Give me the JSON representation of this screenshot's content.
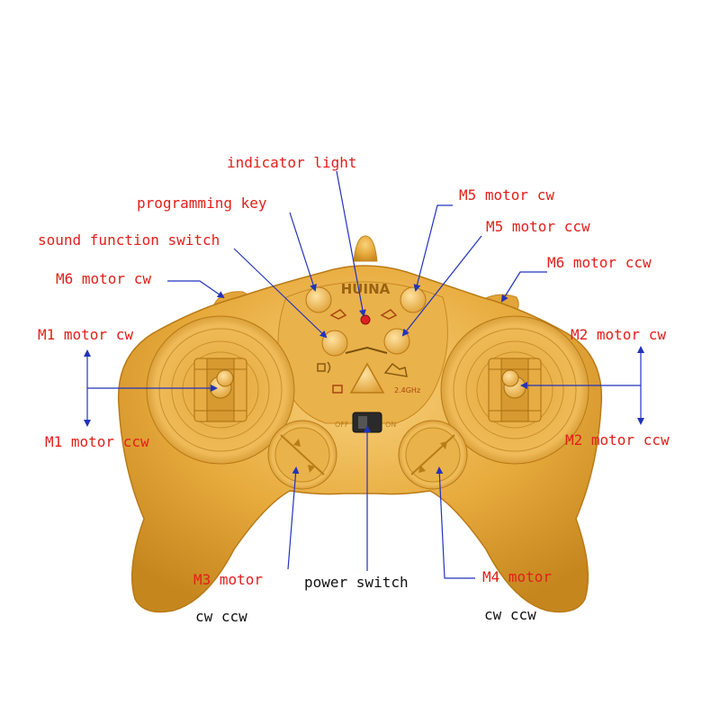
{
  "device": {
    "brand_text": "HUINA",
    "frequency_text": "2.4GHz",
    "switch_text_off": "OFF",
    "switch_text_on": "ON"
  },
  "labels": {
    "indicator_light": "indicator light",
    "programming_key": "programming key",
    "sound_function_switch": "sound function switch",
    "m5_motor_cw": "M5 motor cw",
    "m5_motor_ccw": "M5 motor ccw",
    "m6_motor_cw": "M6 motor cw",
    "m6_motor_ccw": "M6 motor ccw",
    "m1_motor_cw": "M1 motor cw",
    "m2_motor_cw": "M2 motor cw",
    "m1_motor_ccw": "M1 motor ccw",
    "m2_motor_ccw": "M2 motor ccw",
    "m3_motor": "M3 motor",
    "m3_cw_ccw": "cw ccw",
    "power_switch": "power switch",
    "m4_motor": "M4 motor",
    "m4_cw_ccw": "cw ccw"
  },
  "colors": {
    "body": "#e7aa3c",
    "body_dark": "#b97a16",
    "body_light": "#f6cf7d",
    "leader": "#2233bb",
    "label_red": "#e0201a",
    "label_black": "#111111",
    "indicator": "#e02020"
  }
}
